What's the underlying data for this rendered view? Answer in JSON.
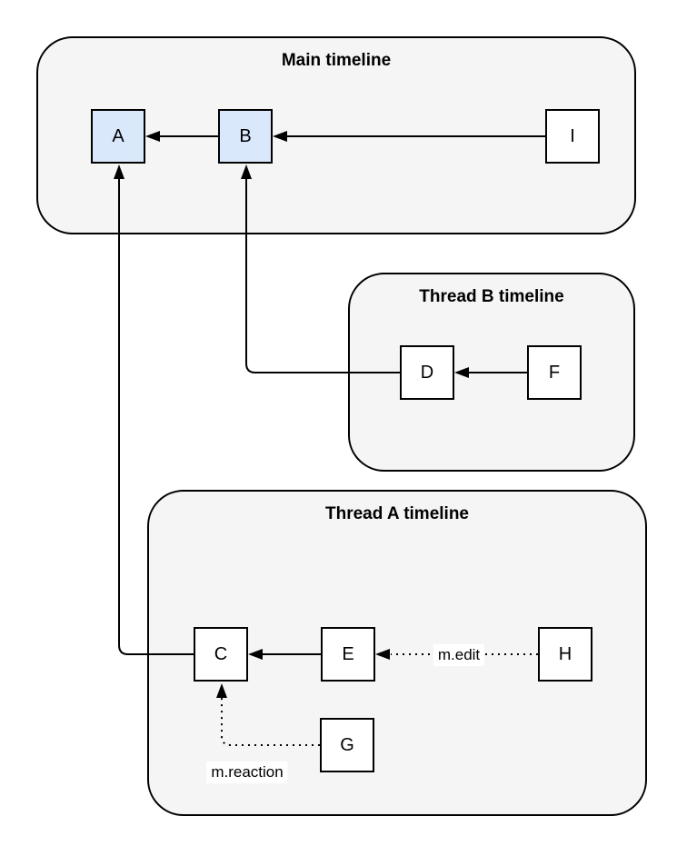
{
  "groups": {
    "main": {
      "title": "Main timeline",
      "nodes": [
        "A",
        "B",
        "I"
      ]
    },
    "thread_b": {
      "title": "Thread B timeline",
      "nodes": [
        "D",
        "F"
      ]
    },
    "thread_a": {
      "title": "Thread A timeline",
      "nodes": [
        "C",
        "E",
        "H",
        "G"
      ]
    }
  },
  "nodes": {
    "A": {
      "label": "A",
      "fill": "#dae8fc"
    },
    "B": {
      "label": "B",
      "fill": "#dae8fc"
    },
    "I": {
      "label": "I",
      "fill": "#ffffff"
    },
    "D": {
      "label": "D",
      "fill": "#ffffff"
    },
    "F": {
      "label": "F",
      "fill": "#ffffff"
    },
    "C": {
      "label": "C",
      "fill": "#ffffff"
    },
    "E": {
      "label": "E",
      "fill": "#ffffff"
    },
    "H": {
      "label": "H",
      "fill": "#ffffff"
    },
    "G": {
      "label": "G",
      "fill": "#ffffff"
    }
  },
  "edges": [
    {
      "from": "B",
      "to": "A",
      "style": "solid",
      "label": ""
    },
    {
      "from": "I",
      "to": "B",
      "style": "solid",
      "label": ""
    },
    {
      "from": "D",
      "to": "B",
      "style": "solid",
      "label": ""
    },
    {
      "from": "F",
      "to": "D",
      "style": "solid",
      "label": ""
    },
    {
      "from": "C",
      "to": "A",
      "style": "solid",
      "label": ""
    },
    {
      "from": "E",
      "to": "C",
      "style": "solid",
      "label": ""
    },
    {
      "from": "H",
      "to": "E",
      "style": "dotted",
      "label": "m.edit"
    },
    {
      "from": "G",
      "to": "C",
      "style": "dotted",
      "label": "m.reaction"
    }
  ],
  "colors": {
    "canvas_bg": "#ffffff",
    "group_fill": "#f5f5f5",
    "group_stroke": "#000000",
    "node_fill": "#ffffff",
    "highlight_node_fill": "#dae8fc",
    "node_stroke": "#000000",
    "edge": "#000000",
    "edge_label_bg": "#ffffff"
  }
}
